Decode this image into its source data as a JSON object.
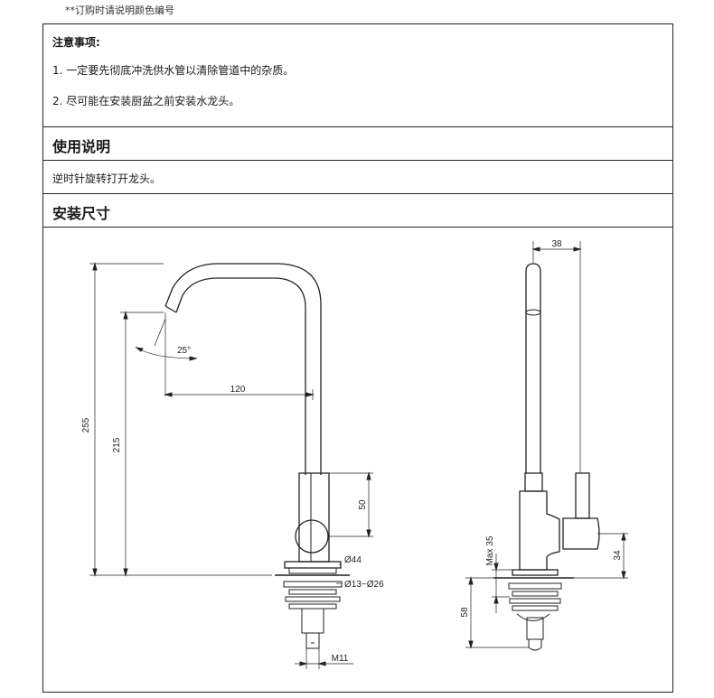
{
  "top_note": "**订购时请说明颜色编号",
  "notes": {
    "heading": "注意事项:",
    "item1": "1. 一定要先彻底冲洗供水管以清除管道中的杂质。",
    "item2": "2. 尽可能在安装厨盆之前安装水龙头。"
  },
  "usage": {
    "title": "使用说明",
    "text": "逆时针旋转打开龙头。"
  },
  "install": {
    "title": "安装尺寸"
  },
  "dimensions": {
    "height_total": "255",
    "height_spout": "215",
    "angle": "25°",
    "reach": "120",
    "body_height": "50",
    "base_dia": "Ø44",
    "hole_dia": "Ø13~Ø26",
    "thread": "M11",
    "side_width": "38",
    "max_deck": "Max 35",
    "handle_height": "34",
    "shank_length": "58"
  }
}
